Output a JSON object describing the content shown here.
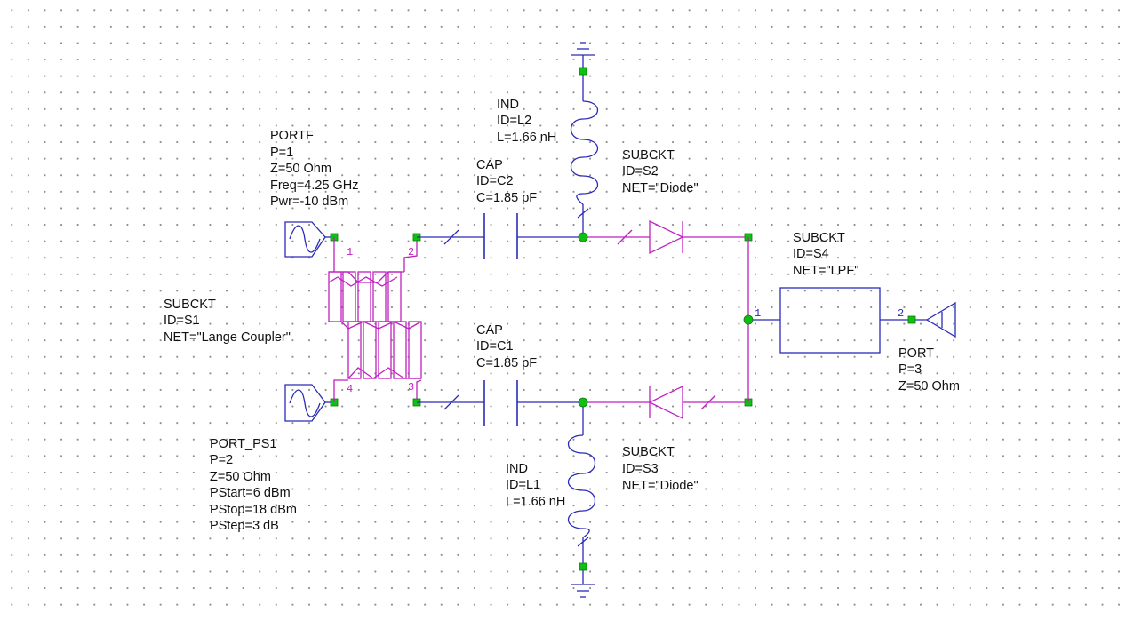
{
  "components": {
    "portf": {
      "lines": [
        "PORTF",
        "P=1",
        "Z=50 Ohm",
        "Freq=4.25 GHz",
        "Pwr=-10 dBm"
      ]
    },
    "port_ps1": {
      "lines": [
        "PORT_PS1",
        "P=2",
        "Z=50 Ohm",
        "PStart=6 dBm",
        "PStop=18 dBm",
        "PStep=3 dB"
      ]
    },
    "lange": {
      "lines": [
        "SUBCKT",
        "ID=S1",
        "NET=\"Lange Coupler\""
      ],
      "pins": [
        "1",
        "2",
        "3",
        "4"
      ]
    },
    "cap_c2": {
      "lines": [
        "CAP",
        "ID=C2",
        "C=1.85 pF"
      ]
    },
    "cap_c1": {
      "lines": [
        "CAP",
        "ID=C1",
        "C=1.85 pF"
      ]
    },
    "ind_l2": {
      "lines": [
        "IND",
        "ID=L2",
        "L=1.66 nH"
      ]
    },
    "ind_l1": {
      "lines": [
        "IND",
        "ID=L1",
        "L=1.66 nH"
      ]
    },
    "diode_s2": {
      "lines": [
        "SUBCKT",
        "ID=S2",
        "NET=\"Diode\""
      ]
    },
    "diode_s3": {
      "lines": [
        "SUBCKT",
        "ID=S3",
        "NET=\"Diode\""
      ]
    },
    "lpf_s4": {
      "lines": [
        "SUBCKT",
        "ID=S4",
        "NET=\"LPF\""
      ],
      "pins": [
        "1",
        "2"
      ]
    },
    "port_out": {
      "lines": [
        "PORT",
        "P=3",
        "Z=50 Ohm"
      ]
    }
  },
  "colors": {
    "wire_blue": "#2a2ab8",
    "wire_magenta": "#c020c0",
    "terminal_green": "#10c010",
    "grid_dot": "#8a8a8a",
    "background": "#ffffff"
  }
}
